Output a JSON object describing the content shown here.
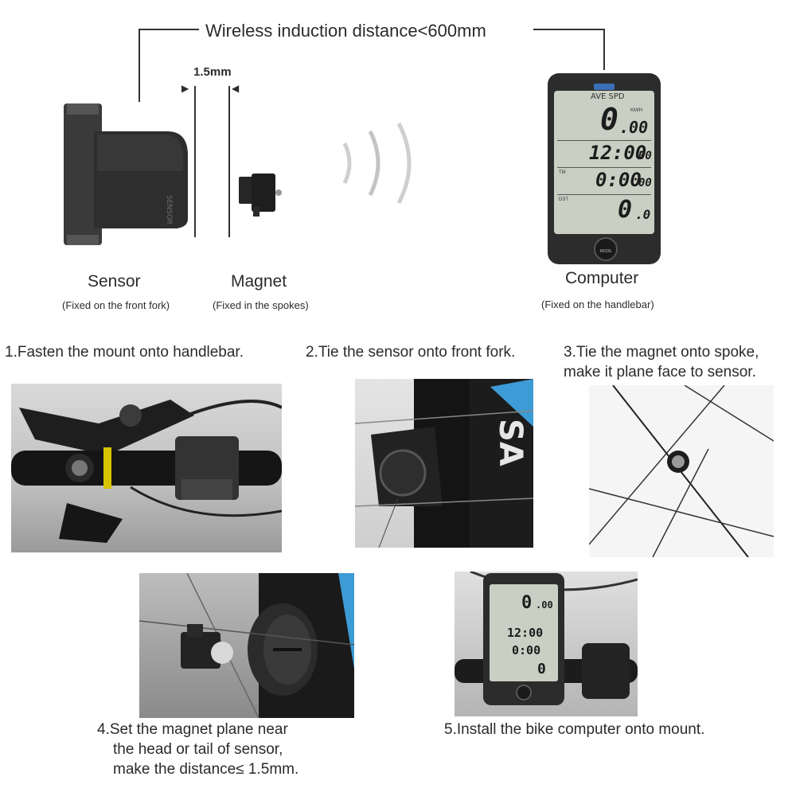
{
  "header": {
    "distance_label": "Wireless induction distance<600mm",
    "gap_label": "1.5mm"
  },
  "parts": {
    "sensor": {
      "name": "Sensor",
      "note": "(Fixed on the front fork)"
    },
    "magnet": {
      "name": "Magnet",
      "note": "(Fixed in the spokes)"
    },
    "computer": {
      "name": "Computer",
      "note": "(Fixed on the handlebar)"
    }
  },
  "display": {
    "mode_label": "AVE SPD",
    "speed_main": "0",
    "speed_dec": ".00",
    "speed_unit": "KM/H",
    "time_main": "12:00",
    "time_sec": "00",
    "tm_main": "0:00",
    "tm_sec": "00",
    "dst_main": "0",
    "dst_dec": ".0",
    "row_label_tm": "TM",
    "row_label_dst": "DST",
    "button_label": "MODE"
  },
  "steps": {
    "step1": "1.Fasten the mount onto handlebar.",
    "step2": "2.Tie the sensor onto front fork.",
    "step3_line1": "3.Tie the magnet onto spoke,",
    "step3_line2": "make it plane face to sensor.",
    "step4_line1": "4.Set the magnet plane near",
    "step4_line2": "the head or tail of sensor,",
    "step4_line3": "make the distance≤ 1.5mm.",
    "step5": "5.Install the bike computer onto mount."
  },
  "colors": {
    "lcd_bg": "#c9cfc3",
    "device_body": "#2c2c2c",
    "accent_yellow": "#d8c400",
    "frame_blue": "#3d9bd6"
  }
}
